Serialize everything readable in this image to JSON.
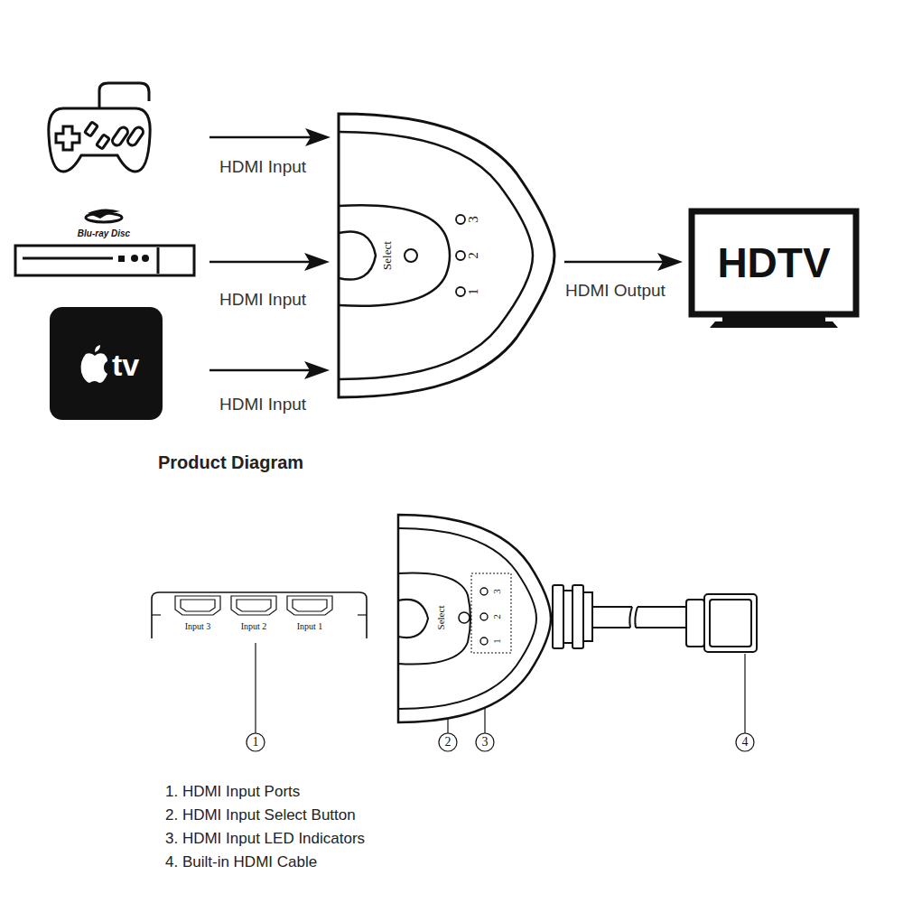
{
  "diagram": {
    "nodes": [
      {
        "text": [
          "Blu-ray Disc"
        ]
      },
      {
        "text": [
          "tv"
        ]
      },
      {
        "text": [
          "Select",
          "3",
          "2",
          "1"
        ]
      },
      {
        "text": [
          "HDTV"
        ]
      },
      {
        "text": [
          "Input 3",
          "Input 2",
          "Input 1"
        ]
      },
      {
        "text": [
          "Select",
          "3",
          "2",
          "1"
        ]
      }
    ],
    "edges": [
      {
        "from": 0,
        "to": 2,
        "arrow": "to",
        "label": "HDMI Input"
      },
      {
        "from": 1,
        "to": 2,
        "arrow": "to",
        "label": "HDMI Input"
      },
      {
        "from": 2,
        "to": 3,
        "arrow": "to",
        "label": "HDMI Output"
      }
    ],
    "labels": [
      "HDMI Input",
      "Product Diagram",
      "1",
      "2",
      "3",
      "4",
      "1. HDMI Input Ports",
      "2. HDMI Input Select Button",
      "3. HDMI Input LED Indicators",
      "4. Built-in HDMI Cable"
    ]
  }
}
